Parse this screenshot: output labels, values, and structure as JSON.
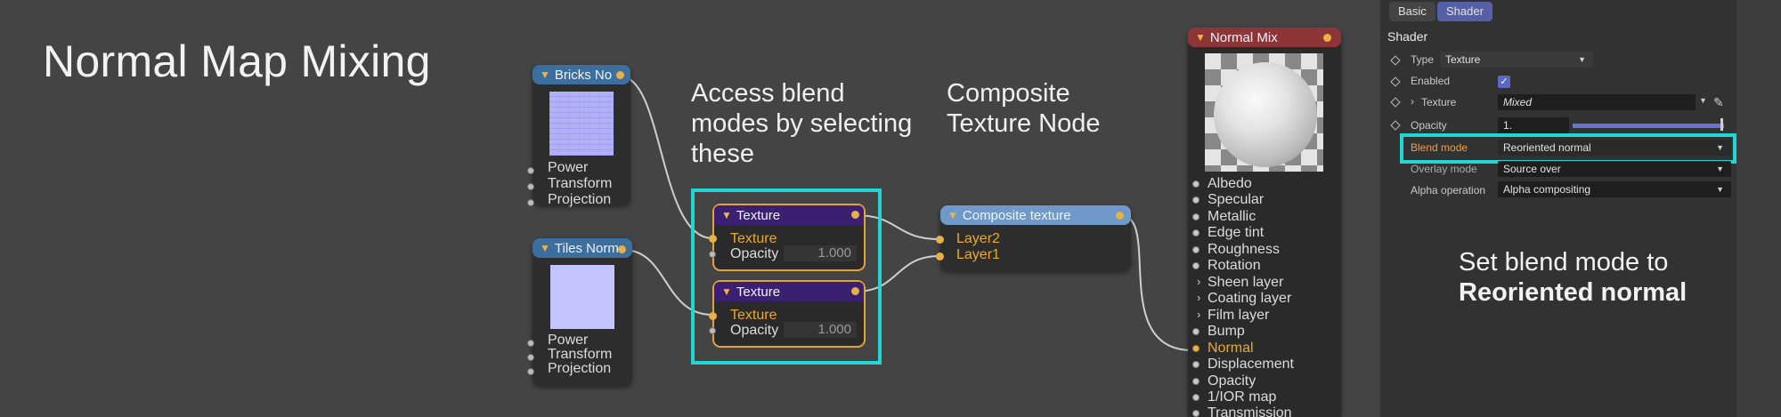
{
  "title": "Normal Map Mixing",
  "annotations": {
    "access_lines": [
      "Access blend",
      "modes by selecting",
      "these"
    ],
    "composite_lines": [
      "Composite",
      "Texture Node"
    ],
    "set_line1": "Set blend mode to",
    "set_line2": "Reoriented normal"
  },
  "nodes": {
    "bricks": {
      "title": "Bricks No",
      "ports": [
        "Power",
        "Transform",
        "Projection"
      ]
    },
    "tiles": {
      "title": "Tiles Norm",
      "ports": [
        "Power",
        "Transform",
        "Projection"
      ]
    },
    "texture_top": {
      "title": "Texture",
      "port1": "Texture",
      "port2": "Opacity",
      "value": "1.000"
    },
    "texture_bottom": {
      "title": "Texture",
      "port1": "Texture",
      "port2": "Opacity",
      "value": "1.000"
    },
    "composite": {
      "title": "Composite texture",
      "layers": [
        "Layer2",
        "Layer1"
      ]
    },
    "normal_mix": {
      "title": "Normal Mix",
      "inputs": [
        "Albedo",
        "Specular",
        "Metallic",
        "Edge tint",
        "Roughness",
        "Rotation",
        "Sheen layer",
        "Coating layer",
        "Film layer",
        "Bump",
        "Normal",
        "Displacement",
        "Opacity",
        "1/IOR map",
        "Transmission"
      ]
    }
  },
  "panel": {
    "tabs": [
      "Basic",
      "Shader"
    ],
    "section": "Shader",
    "type_label": "Type",
    "type_value": "Texture",
    "enabled_label": "Enabled",
    "texture_label": "Texture",
    "texture_value": "Mixed",
    "opacity_label": "Opacity",
    "opacity_value": "1.",
    "blend_label": "Blend mode",
    "blend_value": "Reoriented normal",
    "overlay_label": "Overlay mode",
    "overlay_value": "Source over",
    "alpha_label": "Alpha operation",
    "alpha_value": "Alpha compositing"
  },
  "colors": {
    "highlight": "#22d6d6",
    "node_accent": "#e7b049",
    "accent_blue": "#5660a8"
  }
}
